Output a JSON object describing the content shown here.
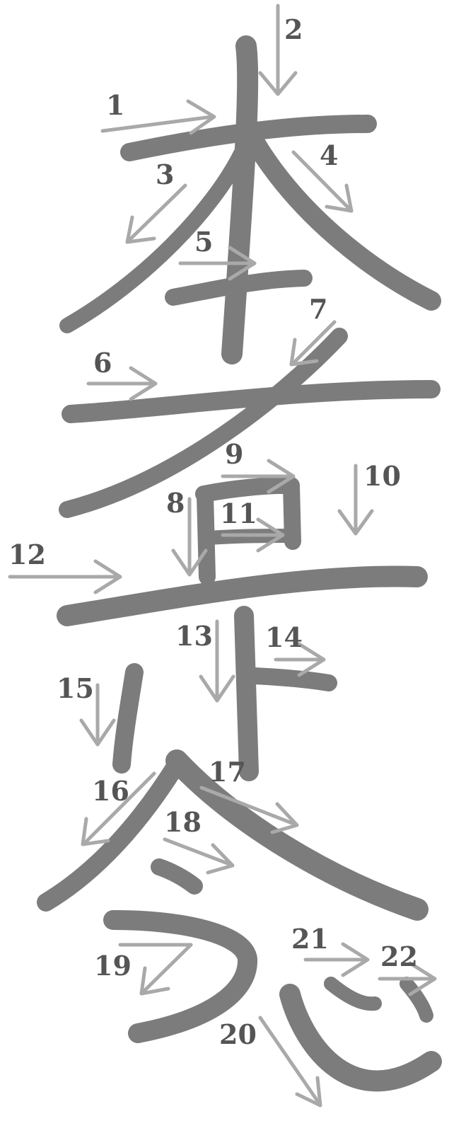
{
  "diagram": {
    "colors": {
      "background": "#ffffff",
      "stroke": "#7c7c7c",
      "arrow": "#a9a9a9",
      "number": "#555555"
    },
    "arrow_numbers": [
      "1",
      "2",
      "3",
      "4",
      "5",
      "6",
      "7",
      "8",
      "9",
      "10",
      "11",
      "12",
      "13",
      "14",
      "15",
      "16",
      "17",
      "18",
      "19",
      "20",
      "21",
      "22"
    ]
  }
}
